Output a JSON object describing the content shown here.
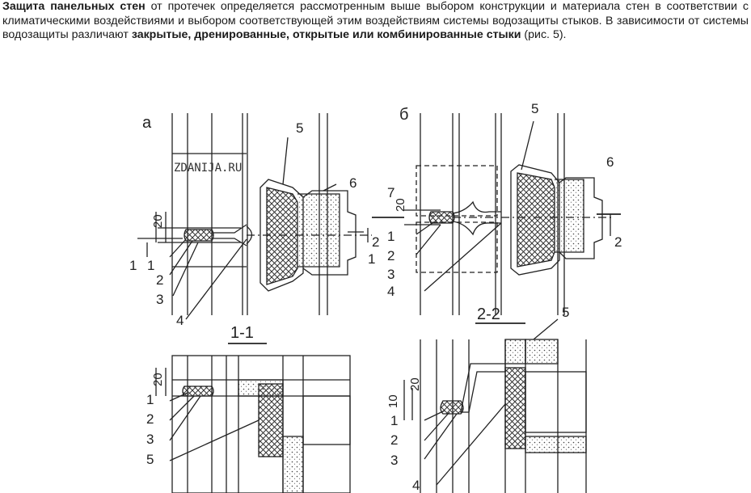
{
  "text": {
    "lead_bold": "Защита панельных стен",
    "part1": " от протечек определяется рассмотренным выше выбором конструкции и материала стен в соответствии с климатическими воздействиями и выбором соответствующей этим воздействиям системы водозащиты стыков. В зависимости от системы водозащиты различают ",
    "joints_bold": "закрытые, дренированные, открытые или комбинированные стыки",
    "part2": " (рис. 5)."
  },
  "figure": {
    "watermark": "ZDANIJA.RU",
    "panel_a": "а",
    "panel_b": "б",
    "section_1_1": "1-1",
    "section_2_2": "2-2",
    "dim_20": "20",
    "dim_10": "10",
    "n1": "1",
    "n2": "2",
    "n3": "3",
    "n4": "4",
    "n5": "5",
    "n6": "6",
    "n7": "7"
  }
}
